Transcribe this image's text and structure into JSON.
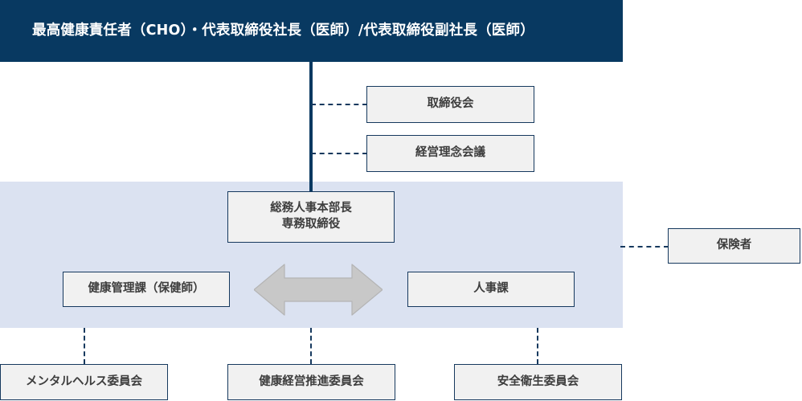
{
  "header": {
    "title": "最高健康責任者（CHO）・代表取締役社長（医師）/代表取締役副社長（医師）",
    "background_color": "#083961",
    "text_color": "#ffffff"
  },
  "colors": {
    "navy": "#083961",
    "border_navy": "#16395e",
    "band_blue": "#dbe2f1",
    "box_fill": "#f1f1f1",
    "arrow_gray": "#c8c8c8",
    "text_gray": "#3d3d3d"
  },
  "nodes": {
    "board_of_directors": "取締役会",
    "management_philosophy_conference": "経営理念会議",
    "general_affairs_hr_head": "総務人事本部長\n専務取締役",
    "health_management_section": "健康管理課（保健師）",
    "hr_section": "人事課",
    "insurer": "保険者",
    "mental_health_committee": "メンタルヘルス委員会",
    "health_management_promotion_committee": "健康経営推進委員会",
    "safety_and_health_committee": "安全衛生委員会"
  },
  "connectors": {
    "main_vertical": "solid-navy-line",
    "board_link": "dashed-line",
    "philosophy_link": "dashed-line",
    "insurer_link": "dashed-line",
    "mental_link": "dashed-line",
    "promotion_link": "dashed-line",
    "safety_link": "dashed-line",
    "sections_exchange": "double-headed-arrow"
  }
}
